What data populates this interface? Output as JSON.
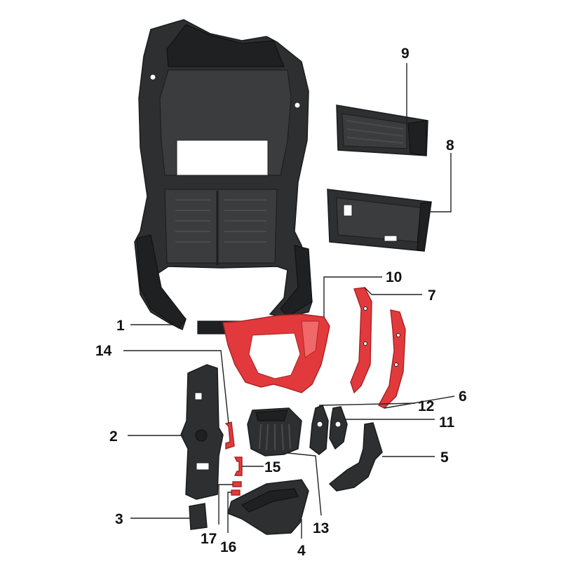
{
  "diagram": {
    "parts": [
      {
        "id": "1",
        "icon": "front-body-frame"
      },
      {
        "id": "2",
        "icon": "inner-front-panel"
      },
      {
        "id": "3",
        "icon": "small-cover"
      },
      {
        "id": "4",
        "icon": "lower-cover"
      },
      {
        "id": "5",
        "icon": "bracket-left"
      },
      {
        "id": "6",
        "icon": "red-trim-right"
      },
      {
        "id": "7",
        "icon": "red-trim-left"
      },
      {
        "id": "8",
        "icon": "storage-box"
      },
      {
        "id": "9",
        "icon": "storage-tray"
      },
      {
        "id": "10",
        "icon": "front-red-panel"
      },
      {
        "id": "11",
        "icon": "side-cover-right"
      },
      {
        "id": "12",
        "icon": "side-cover-left"
      },
      {
        "id": "13",
        "icon": "center-cover"
      },
      {
        "id": "14",
        "icon": "red-hook"
      },
      {
        "id": "15",
        "icon": "red-handle"
      },
      {
        "id": "16",
        "icon": "red-clip-lower"
      },
      {
        "id": "17",
        "icon": "red-clip-upper"
      }
    ],
    "colors": {
      "body": "#2e2f31",
      "trim": "#e23a3c",
      "line": "#222222"
    }
  }
}
